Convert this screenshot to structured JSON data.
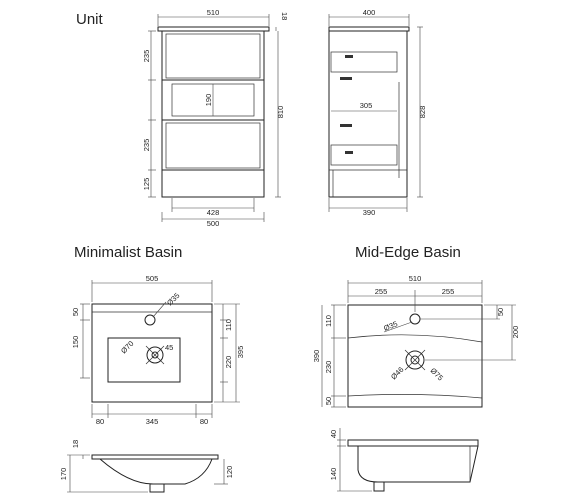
{
  "titles": {
    "unit": "Unit",
    "minimalist": "Minimalist Basin",
    "mid_edge": "Mid-Edge Basin"
  },
  "unit_front": {
    "width_top": "510",
    "top_thickness": "18",
    "drawer_top": "235",
    "open_shelf": "190",
    "drawer_bottom": "235",
    "plinth": "125",
    "height": "810",
    "inner_width": "428",
    "width_bottom": "500"
  },
  "unit_side": {
    "depth_top": "400",
    "drawer_depth": "305",
    "height": "828",
    "depth_bottom": "390"
  },
  "minimalist": {
    "width": "505",
    "tap_hole": "Ø35",
    "waste": "Ø70",
    "angle": "45",
    "left_50": "50",
    "left_150": "150",
    "right_110": "110",
    "right_220": "220",
    "depth": "395",
    "bottom_left": "80",
    "bottom_mid": "345",
    "bottom_right": "80",
    "side_18": "18",
    "side_170": "170",
    "side_120": "120"
  },
  "mid_edge": {
    "width": "510",
    "half_left": "255",
    "half_right": "255",
    "tap_hole": "Ø35",
    "waste_inner": "Ø46",
    "waste_outer": "Ø75",
    "left_110": "110",
    "left_230": "230",
    "left_50": "50",
    "depth": "390",
    "right_50": "50",
    "right_200": "200",
    "side_40": "40",
    "side_140": "140"
  }
}
